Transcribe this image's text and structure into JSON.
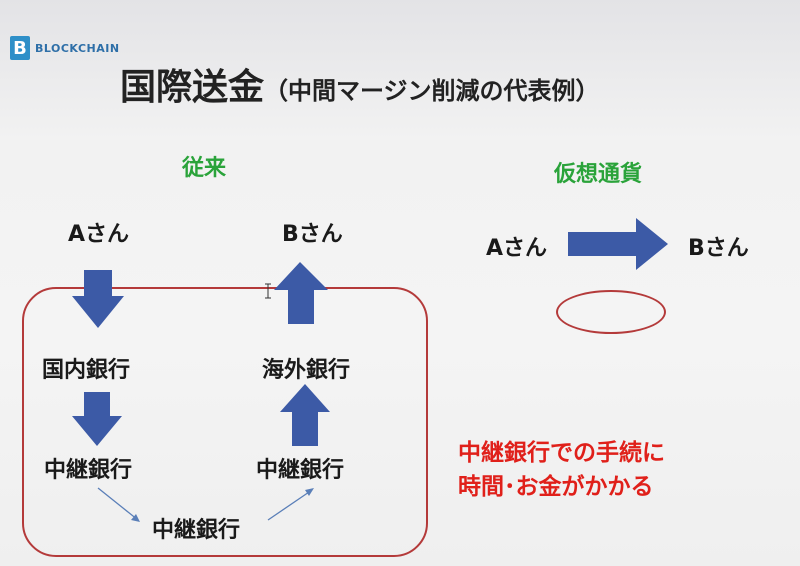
{
  "slide": {
    "logo_text": "BLOCKCHAIN",
    "logo_mark": "B",
    "title_main": "国際送金",
    "title_sub": "（中間マージン削減の代表例）",
    "conventional": {
      "heading": "従来",
      "sender": "Aさん",
      "receiver": "Bさん",
      "domestic_bank": "国内銀行",
      "overseas_bank": "海外銀行",
      "relay_left": "中継銀行",
      "relay_right": "中継銀行",
      "relay_bottom": "中継銀行"
    },
    "crypto": {
      "heading": "仮想通貨",
      "sender": "Aさん",
      "receiver": "Bさん"
    },
    "note_line1": "中継銀行での手続に",
    "note_line2": "時間･お金がかかる"
  },
  "colors": {
    "arrow_fill": "#3c5aa6",
    "heading_green": "#2aa33a",
    "note_red": "#e0201a",
    "frame_red": "#b43a3a",
    "logo_blue": "#2e8fc8"
  }
}
